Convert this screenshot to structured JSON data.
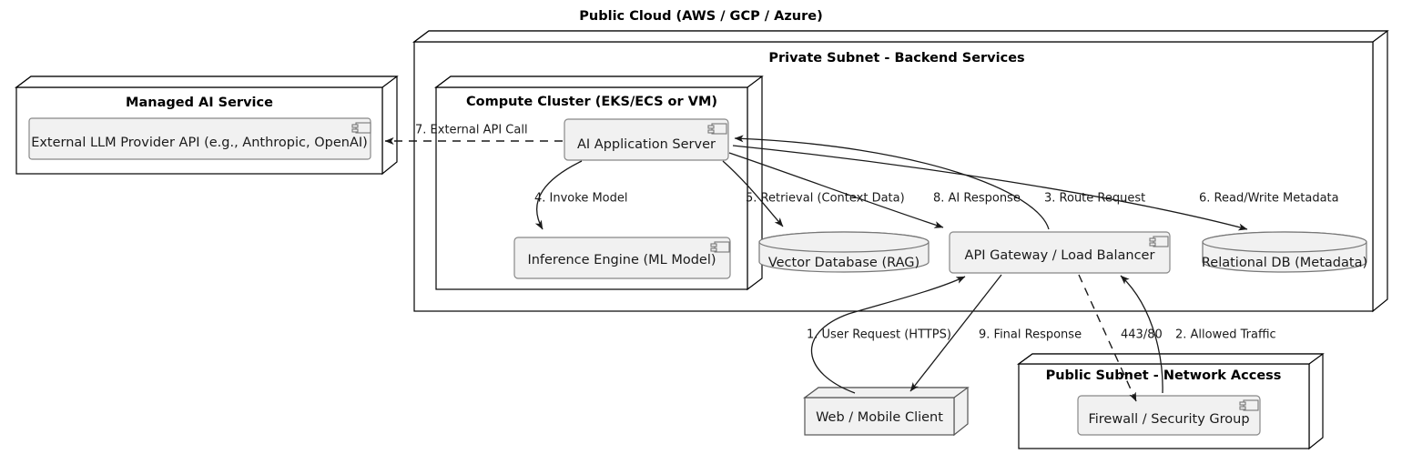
{
  "diagram": {
    "title": "Public Cloud (AWS / GCP / Azure)",
    "type": "uml-deployment-diagram"
  },
  "nodes": {
    "public_cloud": {
      "label": "Public Cloud (AWS / GCP / Azure)"
    },
    "managed_ai_service": {
      "label": "Managed AI Service"
    },
    "private_subnet": {
      "label": "Private Subnet - Backend Services"
    },
    "compute_cluster": {
      "label": "Compute Cluster (EKS/ECS or VM)"
    },
    "public_subnet": {
      "label": "Public Subnet - Network Access"
    }
  },
  "components": {
    "external_llm": {
      "label": "External LLM Provider API (e.g., Anthropic, OpenAI)",
      "icon": "component-icon"
    },
    "ai_app_server": {
      "label": "AI Application Server",
      "icon": "component-icon"
    },
    "inference_engine": {
      "label": "Inference Engine (ML Model)",
      "icon": "component-icon"
    },
    "api_gateway": {
      "label": "API Gateway / Load Balancer",
      "icon": "component-icon"
    },
    "firewall": {
      "label": "Firewall / Security Group",
      "icon": "component-icon"
    },
    "vector_db": {
      "label": "Vector Database (RAG)",
      "icon": "database-cylinder"
    },
    "relational_db": {
      "label": "Relational DB (Metadata)",
      "icon": "database-cylinder"
    },
    "web_client": {
      "label": "Web / Mobile Client",
      "icon": "node-box-3d"
    }
  },
  "edges": [
    {
      "id": "e1",
      "label": "1. User Request (HTTPS)",
      "from": "web_client",
      "to": "api_gateway",
      "style": "solid"
    },
    {
      "id": "e2",
      "label": "2. Allowed Traffic",
      "from": "firewall",
      "to": "api_gateway",
      "style": "solid"
    },
    {
      "id": "e3",
      "label": "3. Route Request",
      "from": "api_gateway",
      "to": "ai_app_server",
      "style": "solid"
    },
    {
      "id": "e4",
      "label": "4. Invoke Model",
      "from": "ai_app_server",
      "to": "inference_engine",
      "style": "solid"
    },
    {
      "id": "e5",
      "label": "5. Retrieval (Context Data)",
      "from": "ai_app_server",
      "to": "vector_db",
      "style": "solid"
    },
    {
      "id": "e6",
      "label": "6. Read/Write Metadata",
      "from": "ai_app_server",
      "to": "relational_db",
      "style": "solid"
    },
    {
      "id": "e7",
      "label": "7. External API Call",
      "from": "ai_app_server",
      "to": "external_llm",
      "style": "dashed"
    },
    {
      "id": "e8",
      "label": "8. AI Response",
      "from": "ai_app_server",
      "to": "api_gateway",
      "style": "solid"
    },
    {
      "id": "e9",
      "label": "9. Final Response",
      "from": "api_gateway",
      "to": "web_client",
      "style": "solid"
    },
    {
      "id": "e10",
      "label": "443/80",
      "from": "api_gateway",
      "to": "firewall",
      "style": "dashed"
    }
  ],
  "colors": {
    "background": "#ffffff",
    "node_fill": "#ffffff",
    "component_fill": "#f1f1f1",
    "stroke": "#000000",
    "edge": "#1a1a1a"
  }
}
